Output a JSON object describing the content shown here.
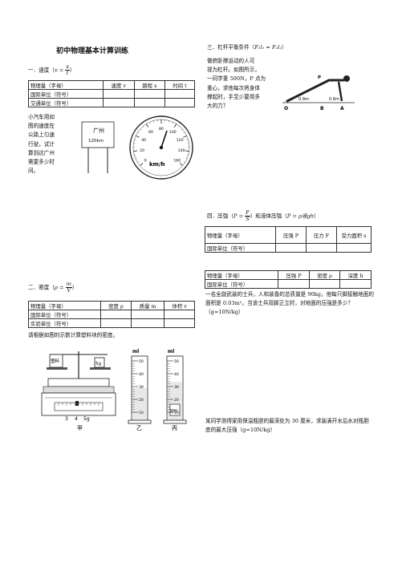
{
  "left": {
    "title": "初中物理基本计算训练",
    "speed": {
      "heading": "一．速度（",
      "formula_lhs": "v =",
      "formula_num": "s",
      "formula_den": "t",
      "heading_end": "）",
      "table": [
        [
          "物理量（字母）",
          "速度 v",
          "路程 s",
          "时间 t"
        ],
        [
          "国际单位（符号）",
          "",
          "",
          ""
        ],
        [
          "交通单位（符号）",
          "",
          "",
          ""
        ]
      ],
      "question_lines": [
        "小汽车用如",
        "图的速度在",
        "公路上匀速",
        "行驶，试计",
        "算到达广州",
        "需要多少时",
        "间。"
      ],
      "sign_city": "广州",
      "sign_distance": "120km",
      "gauge_unit": "km/h",
      "gauge_ticks": [
        "0",
        "20",
        "40",
        "60",
        "80",
        "100",
        "120",
        "140",
        "160"
      ]
    },
    "density": {
      "heading": "二．密度（",
      "formula_lhs": "ρ =",
      "formula_num": "m",
      "formula_den": "V",
      "heading_end": "）",
      "table": [
        [
          "物理量（字母）",
          "密度 ρ",
          "质量 m",
          "体积 v"
        ],
        [
          "国际单位（符号）",
          "",
          "",
          ""
        ],
        [
          "实验单位（符号）",
          "",
          "",
          ""
        ]
      ],
      "question": "请根据如图的示数计算塑料块的密度。",
      "fig_labels": [
        "甲",
        "乙",
        "丙"
      ],
      "plastic_label": "塑料",
      "weight_label": "5g",
      "scale_labels": [
        "3",
        "4",
        "5g"
      ],
      "cyl_unit": "ml",
      "cyl_ticks": [
        "50",
        "40",
        "30",
        "20",
        "10"
      ]
    }
  },
  "right": {
    "lever": {
      "heading": "三．杠杆平衡条件（",
      "formula": "F₁l₁ = F₂l₂",
      "heading_end": "）",
      "question_lines": [
        "做俯卧撑运动的人可",
        "视为杠杆。如图所示，",
        "一同学重 500N，P 点为",
        "重心，求他每次将身体",
        "撑起时，手至少要用多",
        "大的力？"
      ],
      "fig_labels": [
        "P",
        "O",
        "B",
        "A"
      ],
      "dist_1": "0.9m",
      "dist_2": "0.6m"
    },
    "pressure": {
      "heading": "四．压强（",
      "formula_lhs": "P =",
      "formula_num": "F",
      "formula_den": "S",
      "heading_mid": "）和液体压强（",
      "formula2": "P = ρ液gh",
      "heading_end": "）",
      "table1": [
        [
          "物理量（字母）",
          "压强 P",
          "压力 F",
          "受力面积 s"
        ],
        [
          "国际单位（符号）",
          "",
          "",
          ""
        ]
      ],
      "table2": [
        [
          "物理量（字母）",
          "压强 P",
          "密度 ρ",
          "深度 h"
        ],
        [
          "国际单位（符号）",
          "",
          "",
          ""
        ]
      ],
      "question1": "一名全副武装的士兵，人和装备的总质量是 90kg，他每只脚接触地面的面积是 0.03m²。当该士兵双脚正立时，对地面的压强是多少？（g=10N/kg）",
      "question2": "某同学测得家用保温瓶胆的最深处为 30 厘米，求装满开水后水对瓶胆底的最大压强（g=10N/kg）"
    }
  }
}
